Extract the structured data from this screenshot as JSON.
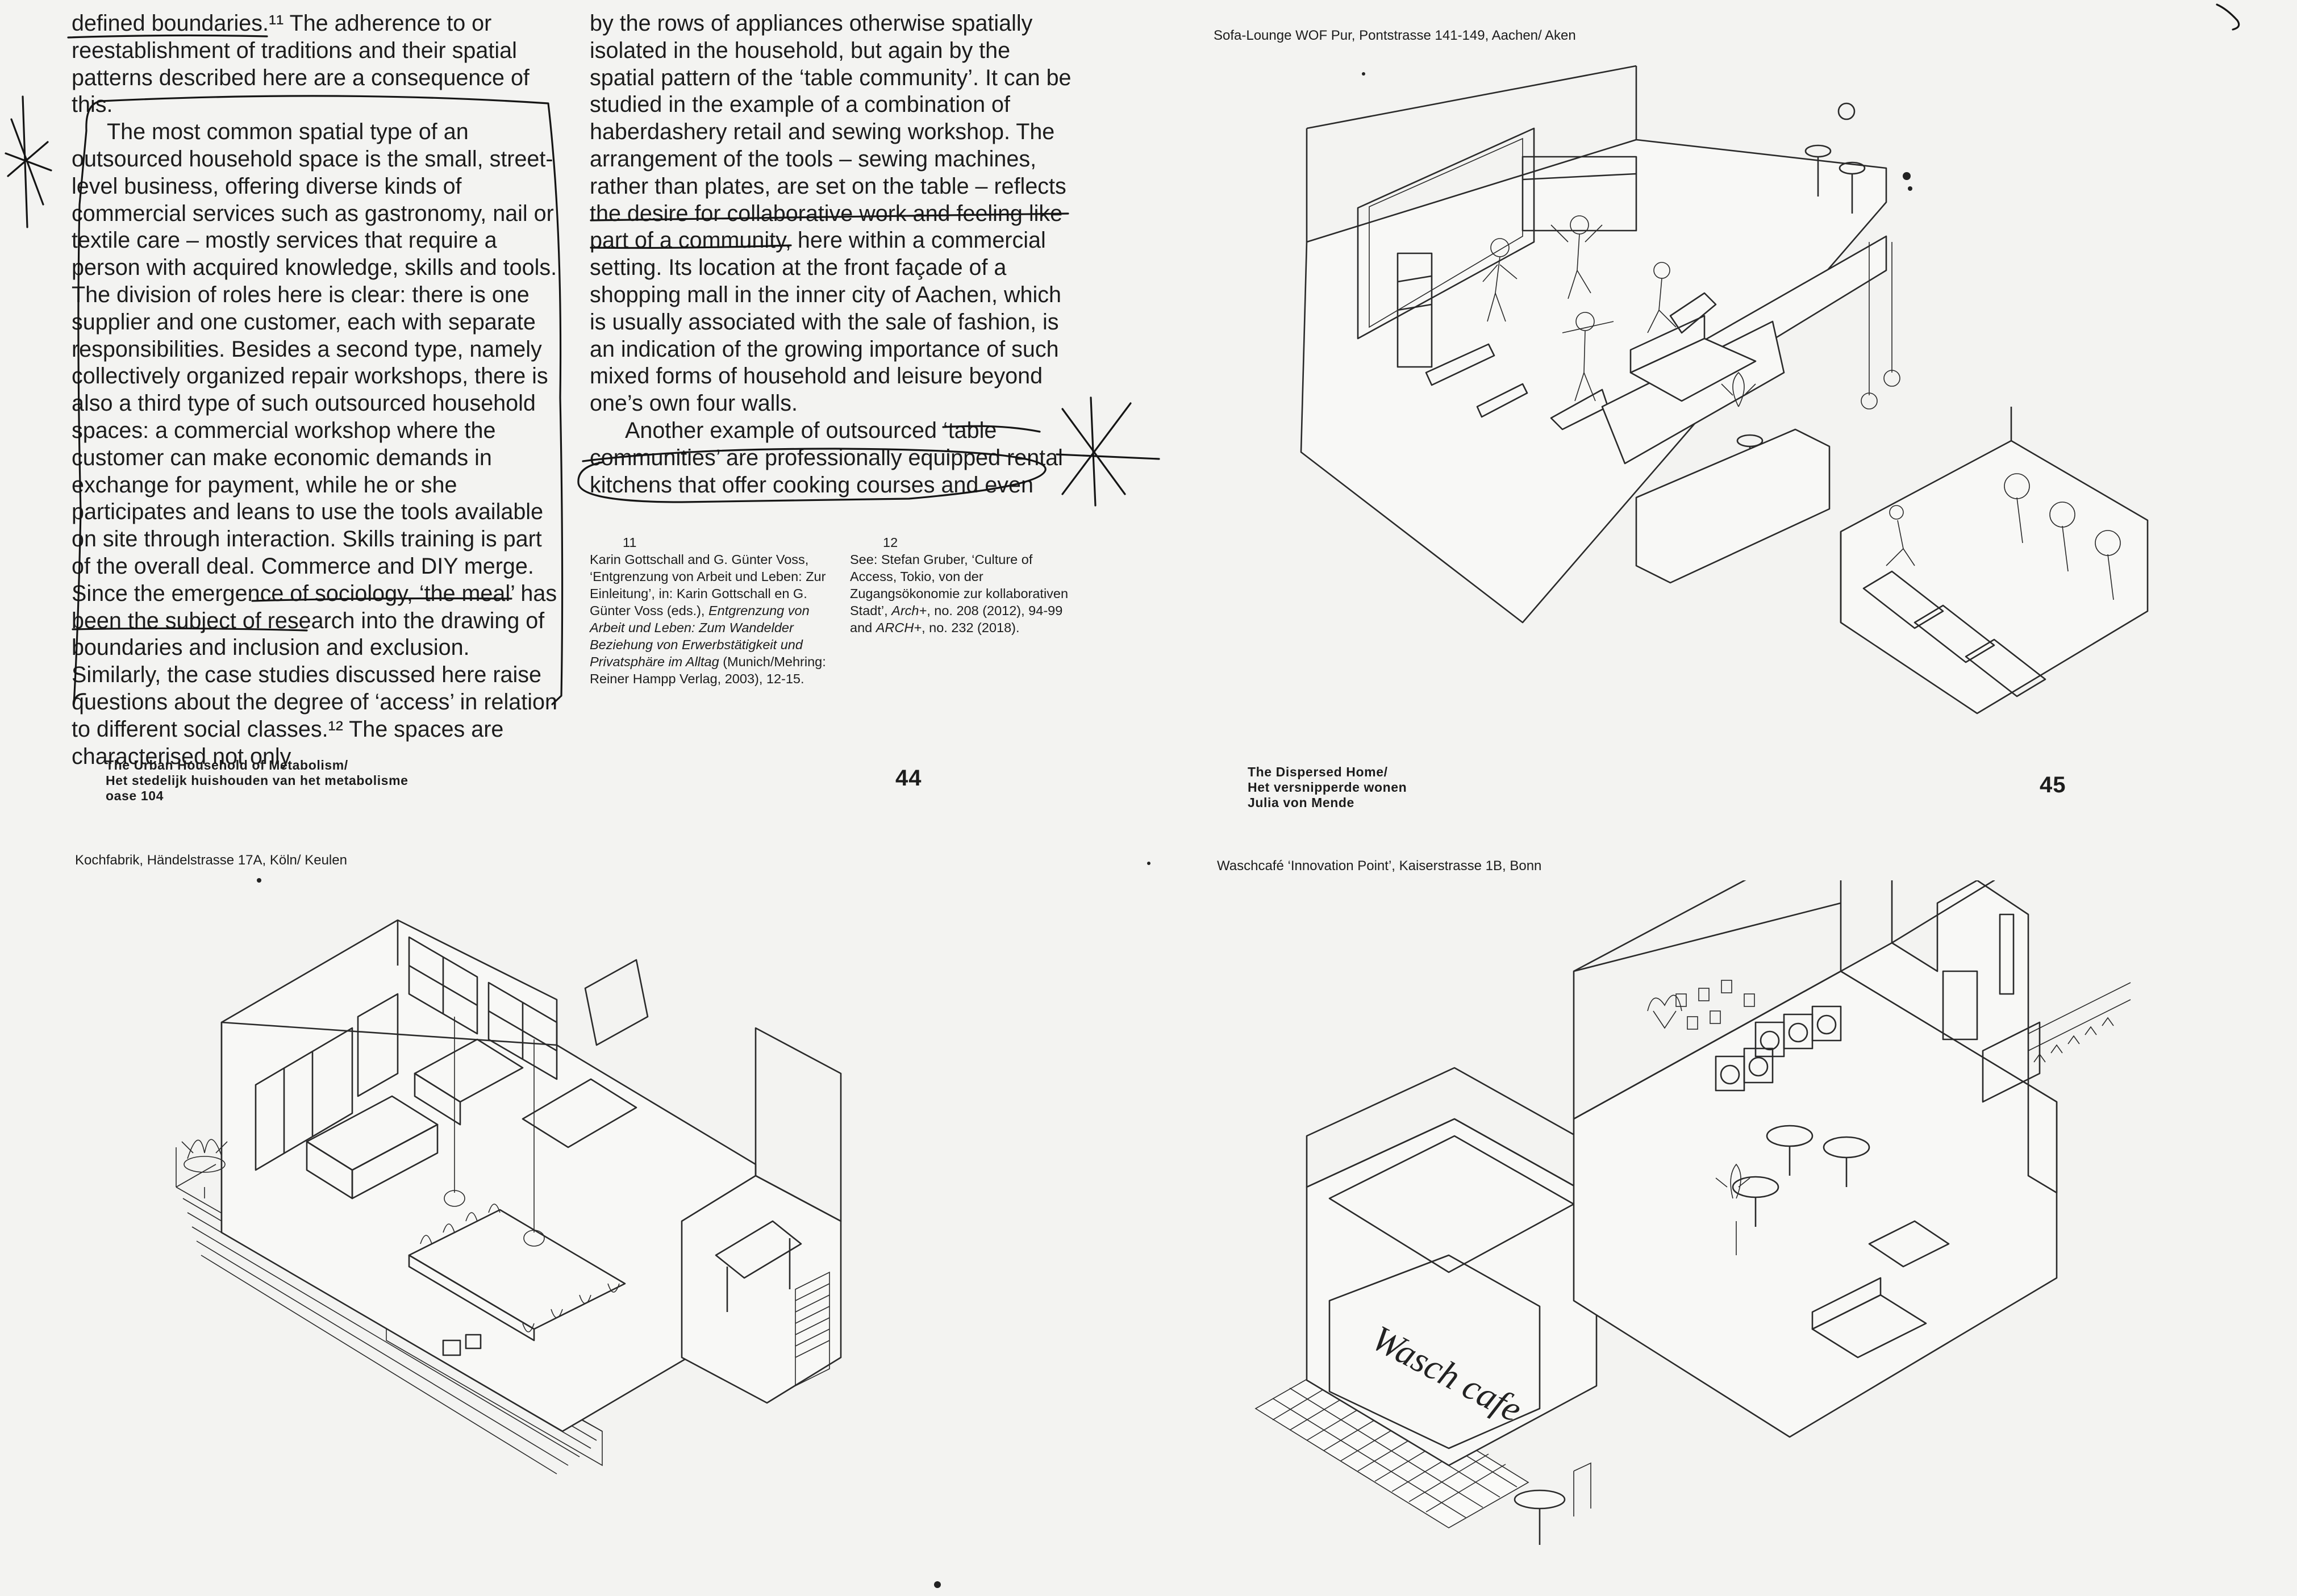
{
  "left_page": {
    "col1": [
      "defined boundaries.¹¹ The adherence to or reestablishment of traditions and their spatial patterns described here are a consequence of this.",
      "The most common spatial type of an outsourced household space is the small, street-level business, offering diverse kinds of commercial services such as gastronomy, nail or textile care – mostly services that require a person with acquired knowledge, skills and tools. The division of roles here is clear: there is one supplier and one customer, each with separate responsibilities. Besides a second type, namely collectively organized repair workshops, there is also a third type of such outsourced household spaces: a commercial workshop where the customer can make economic demands in exchange for payment, while he or she participates and leans to use the tools available on site through interaction. Skills training is part of the overall deal. Commerce and DIY merge. Since the emergence of sociology, ‘the meal’ has been the subject of research into the drawing of boundaries and inclusion and exclusion. Similarly, the case studies discussed here raise questions about the degree of ‘access’ in relation to different social classes.¹² The spaces are characterised not only"
    ],
    "col2": [
      "by the rows of appliances otherwise spatially isolated in the household, but again by the spatial pattern of the ‘table community’. It can be studied in the example of a combination of haberdashery retail and sewing workshop. The arrangement of the tools – sewing machines, rather than plates, are set on the table – reflects the desire for collaborative work and feeling like part of a community, here within a commercial setting. Its location at the front façade of a shopping mall in the inner city of Aachen, which is usually associated with the sale of fashion, is an indication of the growing importance of such mixed forms of household and leisure beyond one’s own four walls.",
      "Another example of outsourced ‘table communities’ are professionally equipped rental kitchens that offer cooking courses and even"
    ],
    "footnote11": {
      "num": "11",
      "text1": "Karin Gottschall and G. Günter Voss, ‘Entgrenzung von Arbeit und Leben: Zur Einleitung’, in: Karin Gottschall en G. Günter Voss (eds.), ",
      "title": "Entgrenzung von Arbeit und Leben: Zum Wandelder Beziehung von Erwerbstätigkeit und Privatsphäre im Alltag",
      "text2": " (Munich/Mehring: Reiner Hampp Verlag, 2003), 12-15."
    },
    "footnote12": {
      "num": "12",
      "text1": "See: Stefan Gruber, ‘Culture of Access, Tokio, von der Zugangsökonomie zur kollaborativen Stadt’, ",
      "arch1": "Arch+",
      "text2": ", no. 208 (2012), 94-99 and ",
      "arch2": "ARCH+",
      "text3": ", no. 232 (2018)."
    },
    "signature": [
      "The Urban Household of Metabolism/",
      "Het stedelijk huishouden van het metabolisme",
      "oase 104"
    ],
    "page_number": "44"
  },
  "right_page": {
    "signature": [
      "The Dispersed Home/",
      "Het versnipperde wonen",
      "Julia von Mende"
    ],
    "page_number": "45"
  },
  "illustrations": [
    {
      "caption": "Sofa-Lounge WOF Pur, Pontstrasse 141-149, Aachen/ Aken",
      "icon": "gym-isometric-drawing"
    },
    {
      "caption": "Kochfabrik, Händelstrasse 17A, Köln/ Keulen",
      "icon": "kitchen-isometric-drawing"
    },
    {
      "caption": "Waschcafé ‘Innovation Point’, Kaiserstrasse 1B, Bonn",
      "icon": "laundry-cafe-isometric-drawing",
      "sign": "Wasch cafe"
    }
  ]
}
